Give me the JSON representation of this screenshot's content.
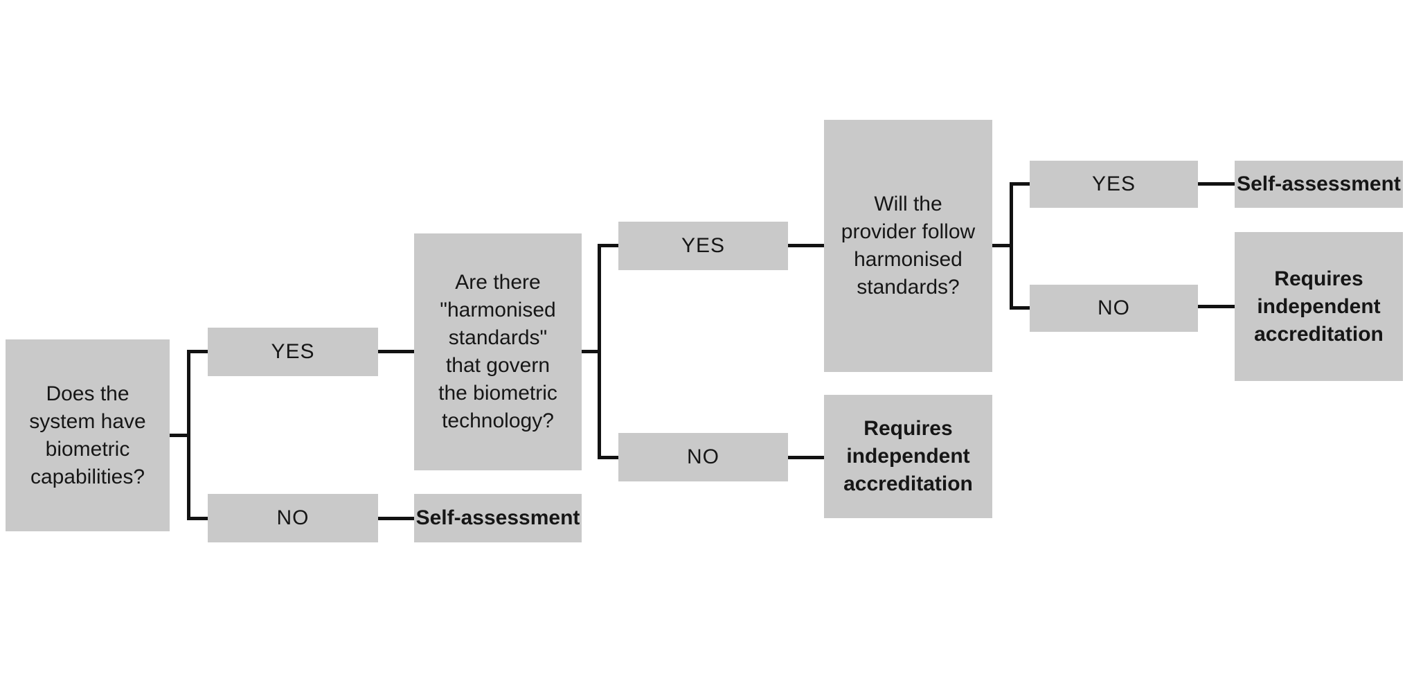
{
  "diagram": {
    "type": "decision-tree",
    "title": "",
    "colors": {
      "box_fill": "#c9c9c9",
      "line_color": "#121212",
      "text_color": "#161616",
      "background": "#ffffff"
    },
    "nodes": {
      "q_biometric": {
        "kind": "question",
        "label": "Does the\nsystem have\nbiometric\ncapabilities?"
      },
      "yes1": {
        "kind": "branch",
        "label": "YES"
      },
      "no1": {
        "kind": "branch",
        "label": "NO"
      },
      "q_standards": {
        "kind": "question",
        "label": "Are there\n\"harmonised\nstandards\"\nthat govern\nthe biometric\ntechnology?"
      },
      "outcome_self_assessment_1": {
        "kind": "outcome",
        "label": "Self-assessment"
      },
      "yes2": {
        "kind": "branch",
        "label": "YES"
      },
      "no2": {
        "kind": "branch",
        "label": "NO"
      },
      "q_provider_follow": {
        "kind": "question",
        "label": "Will the\nprovider follow\nharmonised\nstandards?"
      },
      "outcome_requires_accreditation_1": {
        "kind": "outcome",
        "label": "Requires\nindependent\naccreditation"
      },
      "yes3": {
        "kind": "branch",
        "label": "YES"
      },
      "no3": {
        "kind": "branch",
        "label": "NO"
      },
      "outcome_self_assessment_2": {
        "kind": "outcome",
        "label": "Self-assessment"
      },
      "outcome_requires_accreditation_2": {
        "kind": "outcome",
        "label": "Requires\nindependent\naccreditation"
      }
    },
    "edges": [
      {
        "from": "q_biometric",
        "to": "yes1"
      },
      {
        "from": "q_biometric",
        "to": "no1"
      },
      {
        "from": "yes1",
        "to": "q_standards"
      },
      {
        "from": "no1",
        "to": "outcome_self_assessment_1"
      },
      {
        "from": "q_standards",
        "to": "yes2"
      },
      {
        "from": "q_standards",
        "to": "no2"
      },
      {
        "from": "yes2",
        "to": "q_provider_follow"
      },
      {
        "from": "no2",
        "to": "outcome_requires_accreditation_1"
      },
      {
        "from": "q_provider_follow",
        "to": "yes3"
      },
      {
        "from": "q_provider_follow",
        "to": "no3"
      },
      {
        "from": "yes3",
        "to": "outcome_self_assessment_2"
      },
      {
        "from": "no3",
        "to": "outcome_requires_accreditation_2"
      }
    ]
  }
}
